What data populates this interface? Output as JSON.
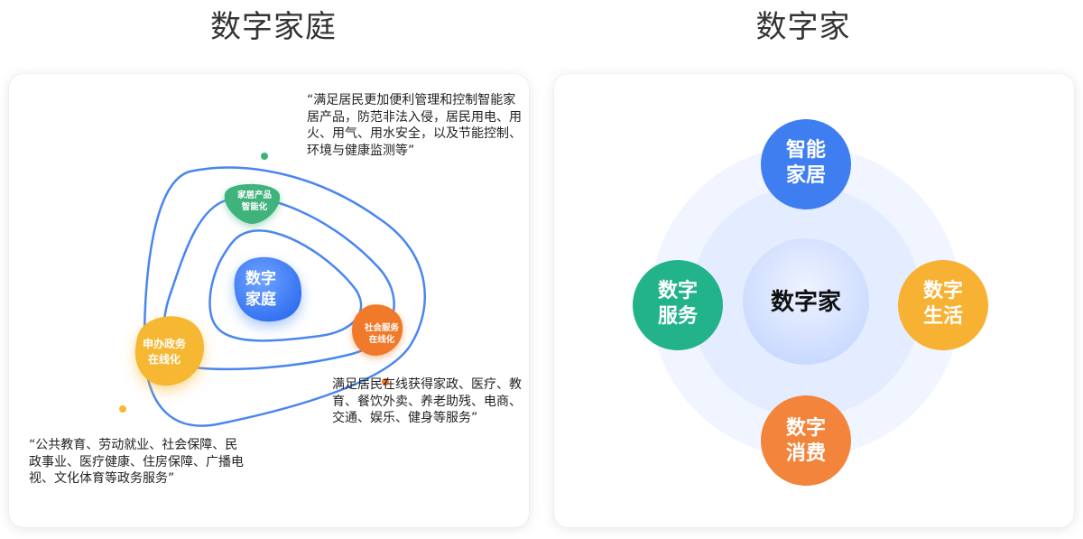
{
  "left": {
    "title": "数字家庭",
    "center_label": [
      "数字",
      "家庭"
    ],
    "nodes": {
      "top": [
        "家居产品",
        "智能化"
      ],
      "left": [
        "申办政务",
        "在线化"
      ],
      "right": [
        "社会服务",
        "在线化"
      ]
    },
    "quotes": {
      "top": "“满足居民更加便利管理和控制智能家居产品，防范非法入侵，居民用电、用火、用气、用水安全，以及节能控制、环境与健康监测等”",
      "bottom_right": "满足居民在线获得家政、医疗、教育、餐饮外卖、养老助残、电商、交通、娱乐、健身等服务”",
      "bottom_left": "“公共教育、劳动就业、社会保障、民政事业、医疗健康、住房保障、广播电视、文化体育等政务服务”"
    }
  },
  "right": {
    "title": "数字家",
    "center": "数字家",
    "nodes": {
      "top": [
        "智能",
        "家居"
      ],
      "left": [
        "数字",
        "服务"
      ],
      "right": [
        "数字",
        "生活"
      ],
      "bottom": [
        "数字",
        "消费"
      ]
    }
  },
  "colors": {
    "ring_blue": "#4a86f0",
    "green": "#3fb27c",
    "orange": "#f07a2a",
    "yellow": "#f6b733",
    "blue": "#3f7ef0",
    "teal": "#23b38a",
    "amber": "#f7b133",
    "coral": "#f2843c"
  }
}
